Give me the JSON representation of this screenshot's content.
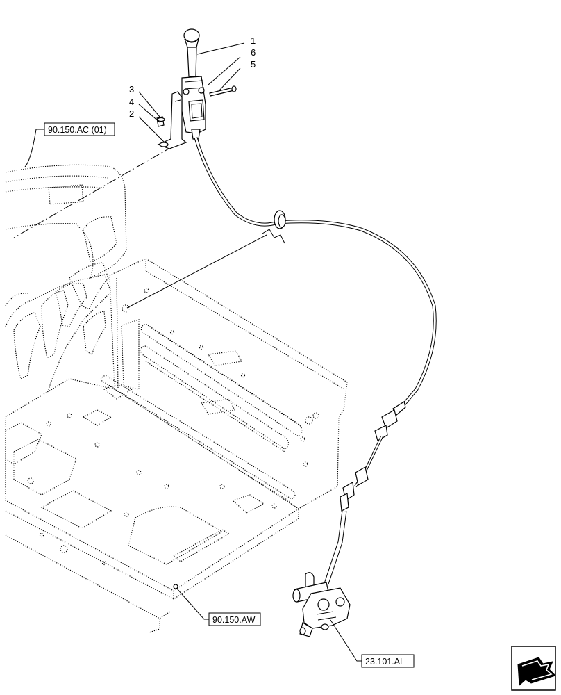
{
  "callouts": [
    "1",
    "6",
    "5",
    "3",
    "4",
    "2"
  ],
  "references": {
    "cab_ref": "90.150.AC (01)",
    "platform_ref": "90.150.AW",
    "transmission_ref": "23.101.AL"
  },
  "icons": {
    "nav_arrow": "arrow-down-left-icon"
  }
}
